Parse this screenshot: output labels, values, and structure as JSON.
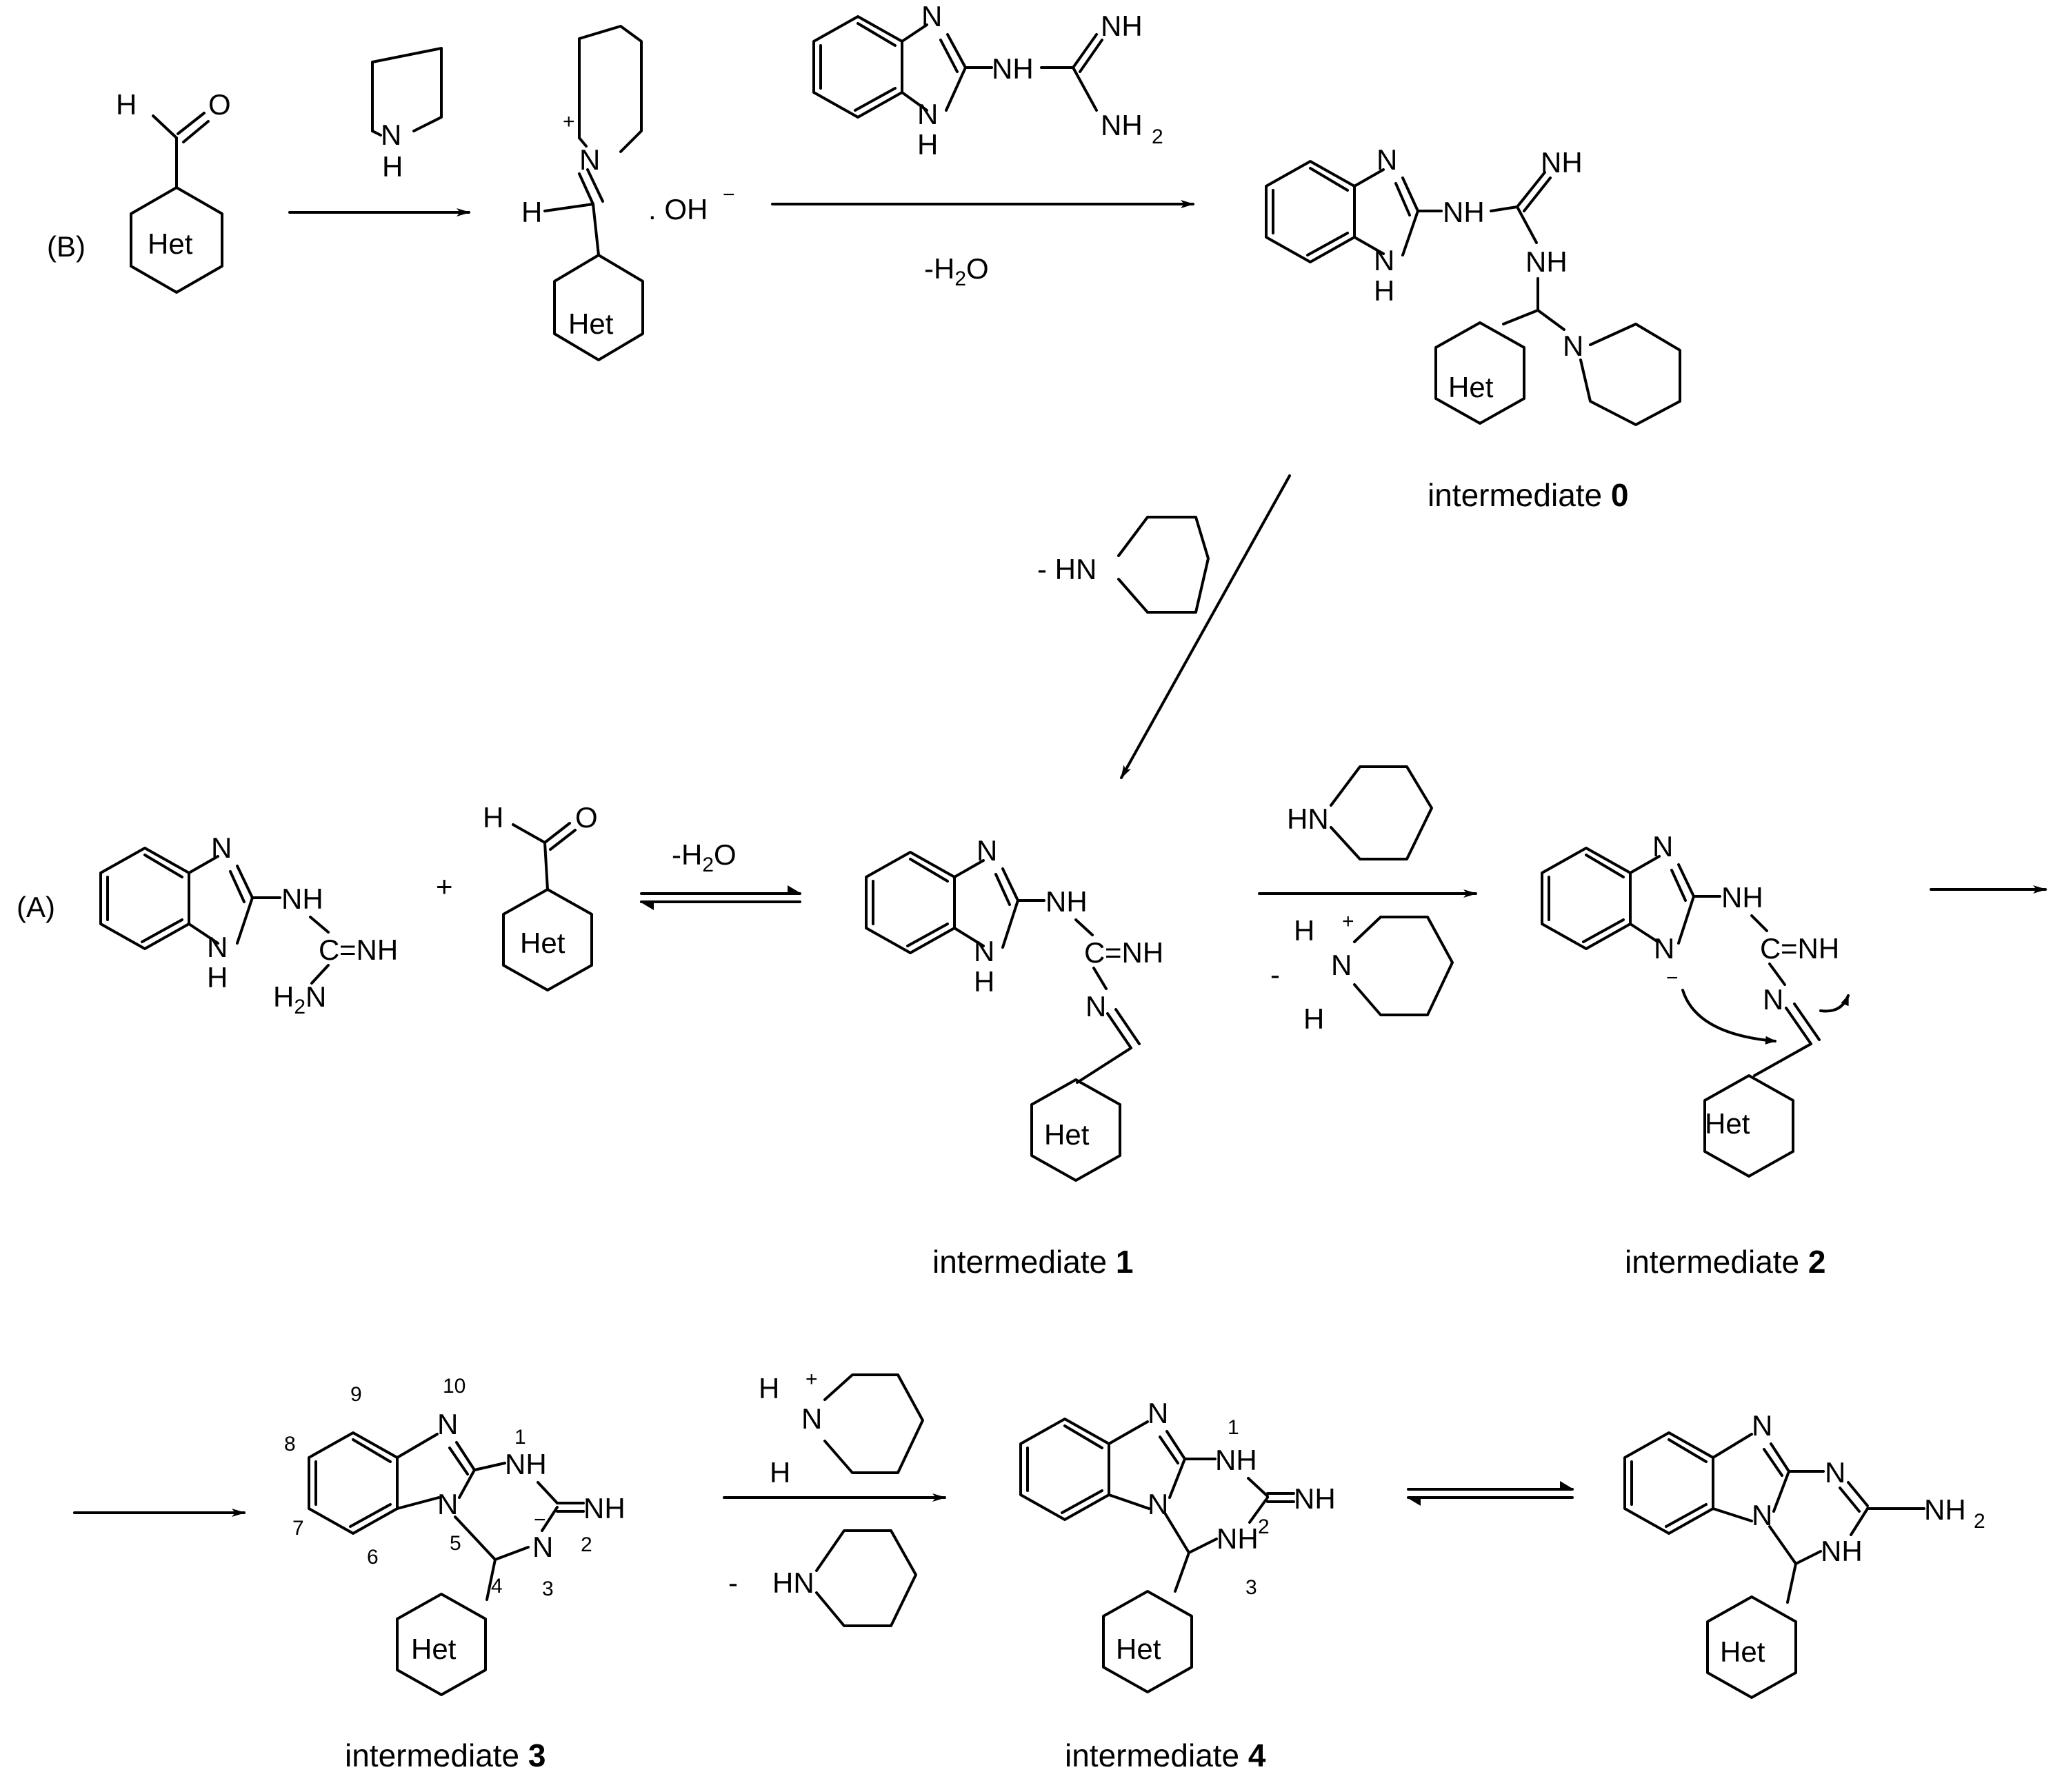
{
  "title": "",
  "routes": {
    "A": "(A)",
    "B": "(B)"
  },
  "atoms": {
    "H": "H",
    "O": "O",
    "N": "N",
    "NH": "NH",
    "HN": "HN",
    "NH2_N": "NH",
    "sub2": "2",
    "H2N_H": "H",
    "H2N_N": "N",
    "C": "C",
    "Het": "Het",
    "plus": "+",
    "minus": "−",
    "OH": ". OH",
    "eqC": "=NH",
    "dash_N": "=",
    "N_minus": "N"
  },
  "reagents": {
    "minus_water": "-H",
    "water_tail": "O",
    "minus_sign": "-",
    "minus_HN": "- HN"
  },
  "captions": {
    "label": "intermediate",
    "int0": "0",
    "int1": "1",
    "int2": "2",
    "int3": "3",
    "int4": "4"
  },
  "numbering": [
    "1",
    "2",
    "3",
    "4",
    "5",
    "6",
    "7",
    "8",
    "9",
    "10"
  ]
}
